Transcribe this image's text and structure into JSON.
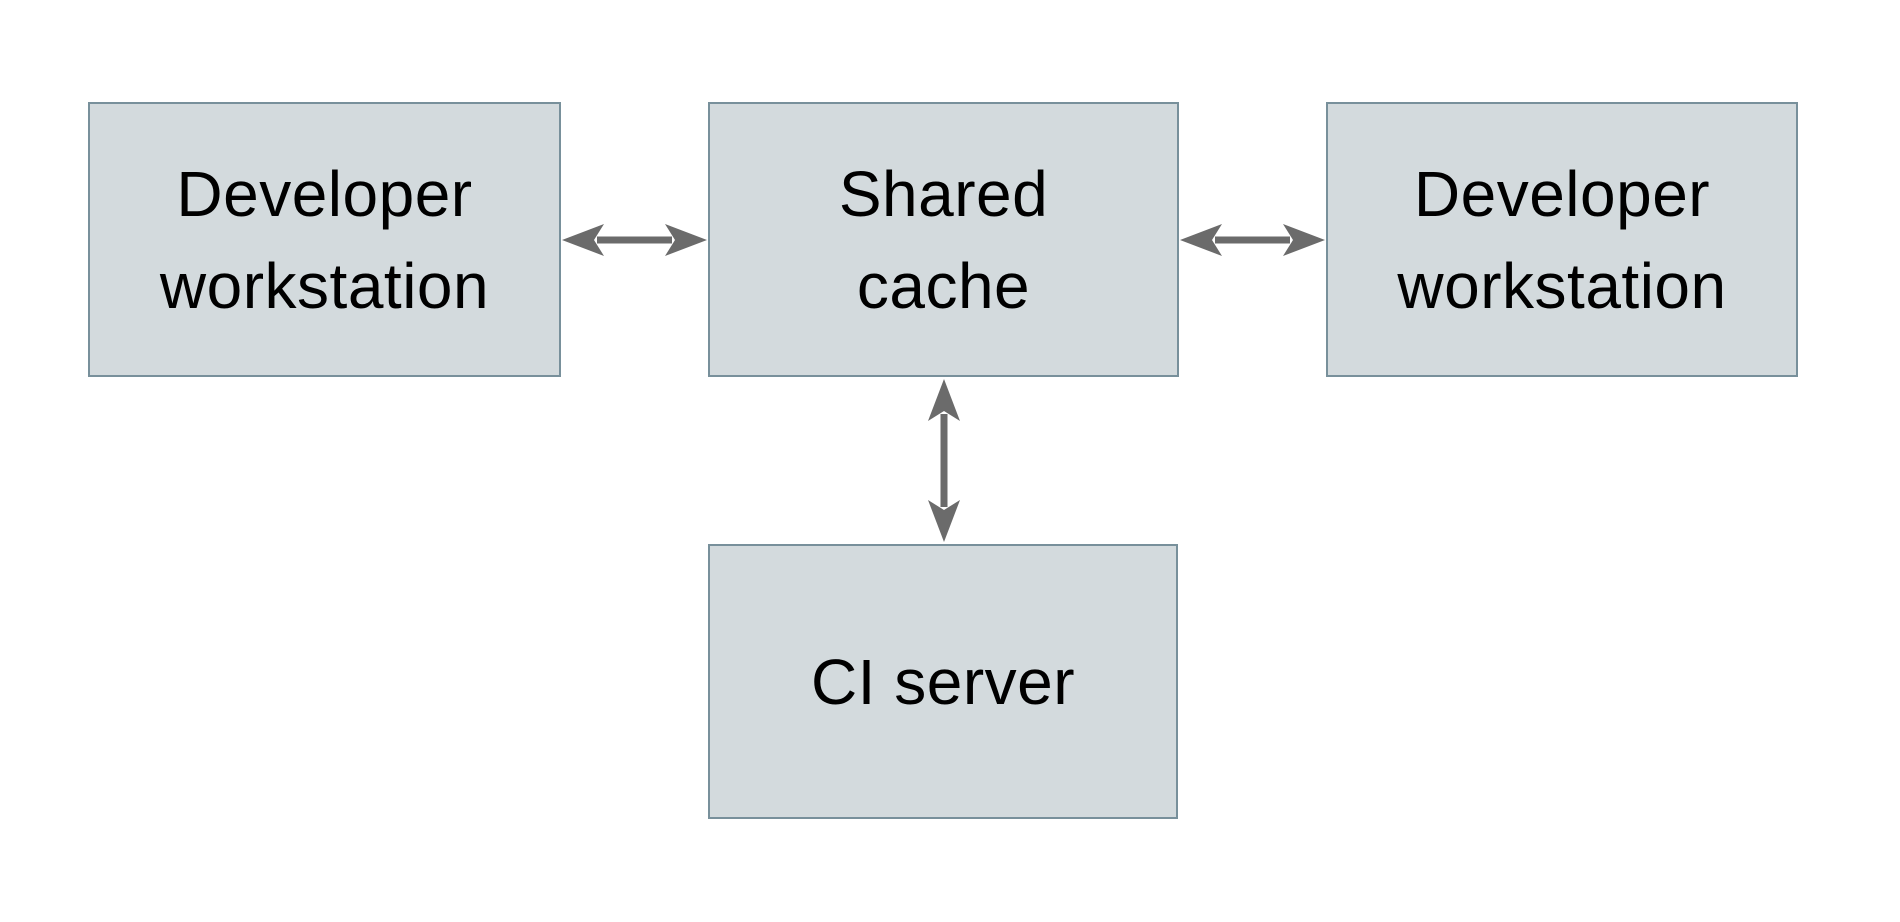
{
  "diagram": {
    "background_color": "#ffffff",
    "node_fill_color": "#d3dadd",
    "node_border_color": "#78909b",
    "arrow_color": "#6b6b6b",
    "text_color": "#000000",
    "nodes": [
      {
        "id": "developer-workstation-left",
        "label": "Developer\nworkstation"
      },
      {
        "id": "shared-cache",
        "label": "Shared\ncache"
      },
      {
        "id": "developer-workstation-right",
        "label": "Developer\nworkstation"
      },
      {
        "id": "ci-server",
        "label": "CI server"
      }
    ],
    "edges": [
      {
        "from": "developer-workstation-left",
        "to": "shared-cache",
        "bidirectional": true
      },
      {
        "from": "shared-cache",
        "to": "developer-workstation-right",
        "bidirectional": true
      },
      {
        "from": "shared-cache",
        "to": "ci-server",
        "bidirectional": true
      }
    ]
  }
}
